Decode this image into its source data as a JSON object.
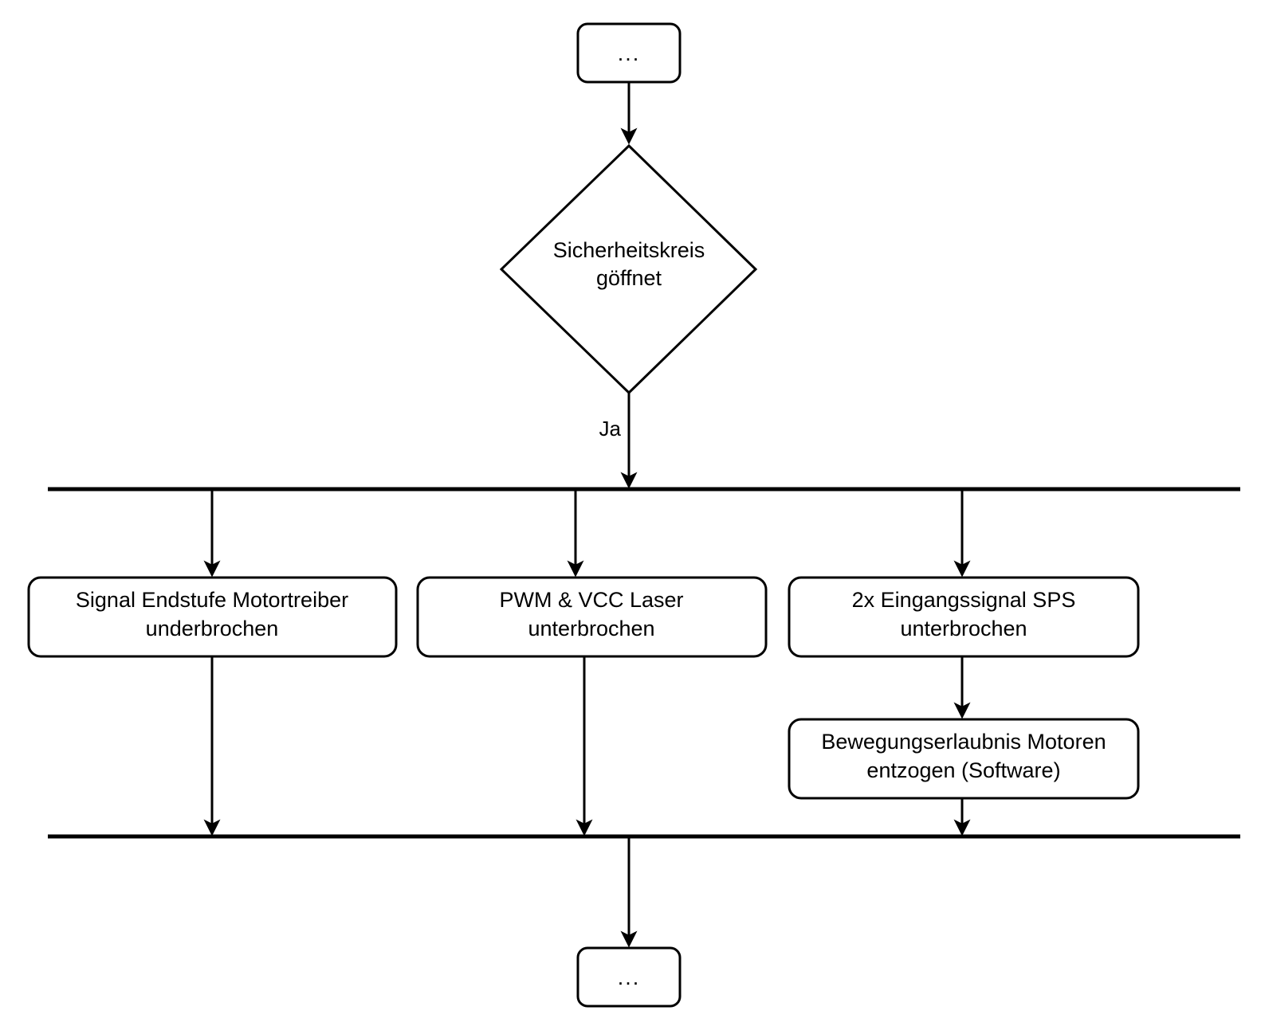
{
  "diagram": {
    "type": "flowchart",
    "language": "de",
    "background_color": "#ffffff",
    "line_color": "#000000",
    "text_color": "#000000"
  },
  "nodes": {
    "start_ellipsis": {
      "label": "...",
      "shape": "rounded-rectangle"
    },
    "decision": {
      "line1": "Sicherheitskreis",
      "line2": "göffnet",
      "shape": "diamond"
    },
    "branch1": {
      "line1": "Signal Endstufe Motortreiber",
      "line2": "underbrochen",
      "shape": "rounded-rectangle"
    },
    "branch2": {
      "line1": "PWM & VCC Laser",
      "line2": "unterbrochen",
      "shape": "rounded-rectangle"
    },
    "branch3": {
      "line1": "2x Eingangssignal SPS",
      "line2": "unterbrochen",
      "shape": "rounded-rectangle"
    },
    "branch3_child": {
      "line1": "Bewegungserlaubnis Motoren",
      "line2": "entzogen (Software)",
      "shape": "rounded-rectangle"
    },
    "end_ellipsis": {
      "label": "...",
      "shape": "rounded-rectangle"
    }
  },
  "edges": {
    "decision_yes_label": "Ja"
  },
  "bars": {
    "fork_label": "fork-bar",
    "join_label": "join-bar"
  }
}
